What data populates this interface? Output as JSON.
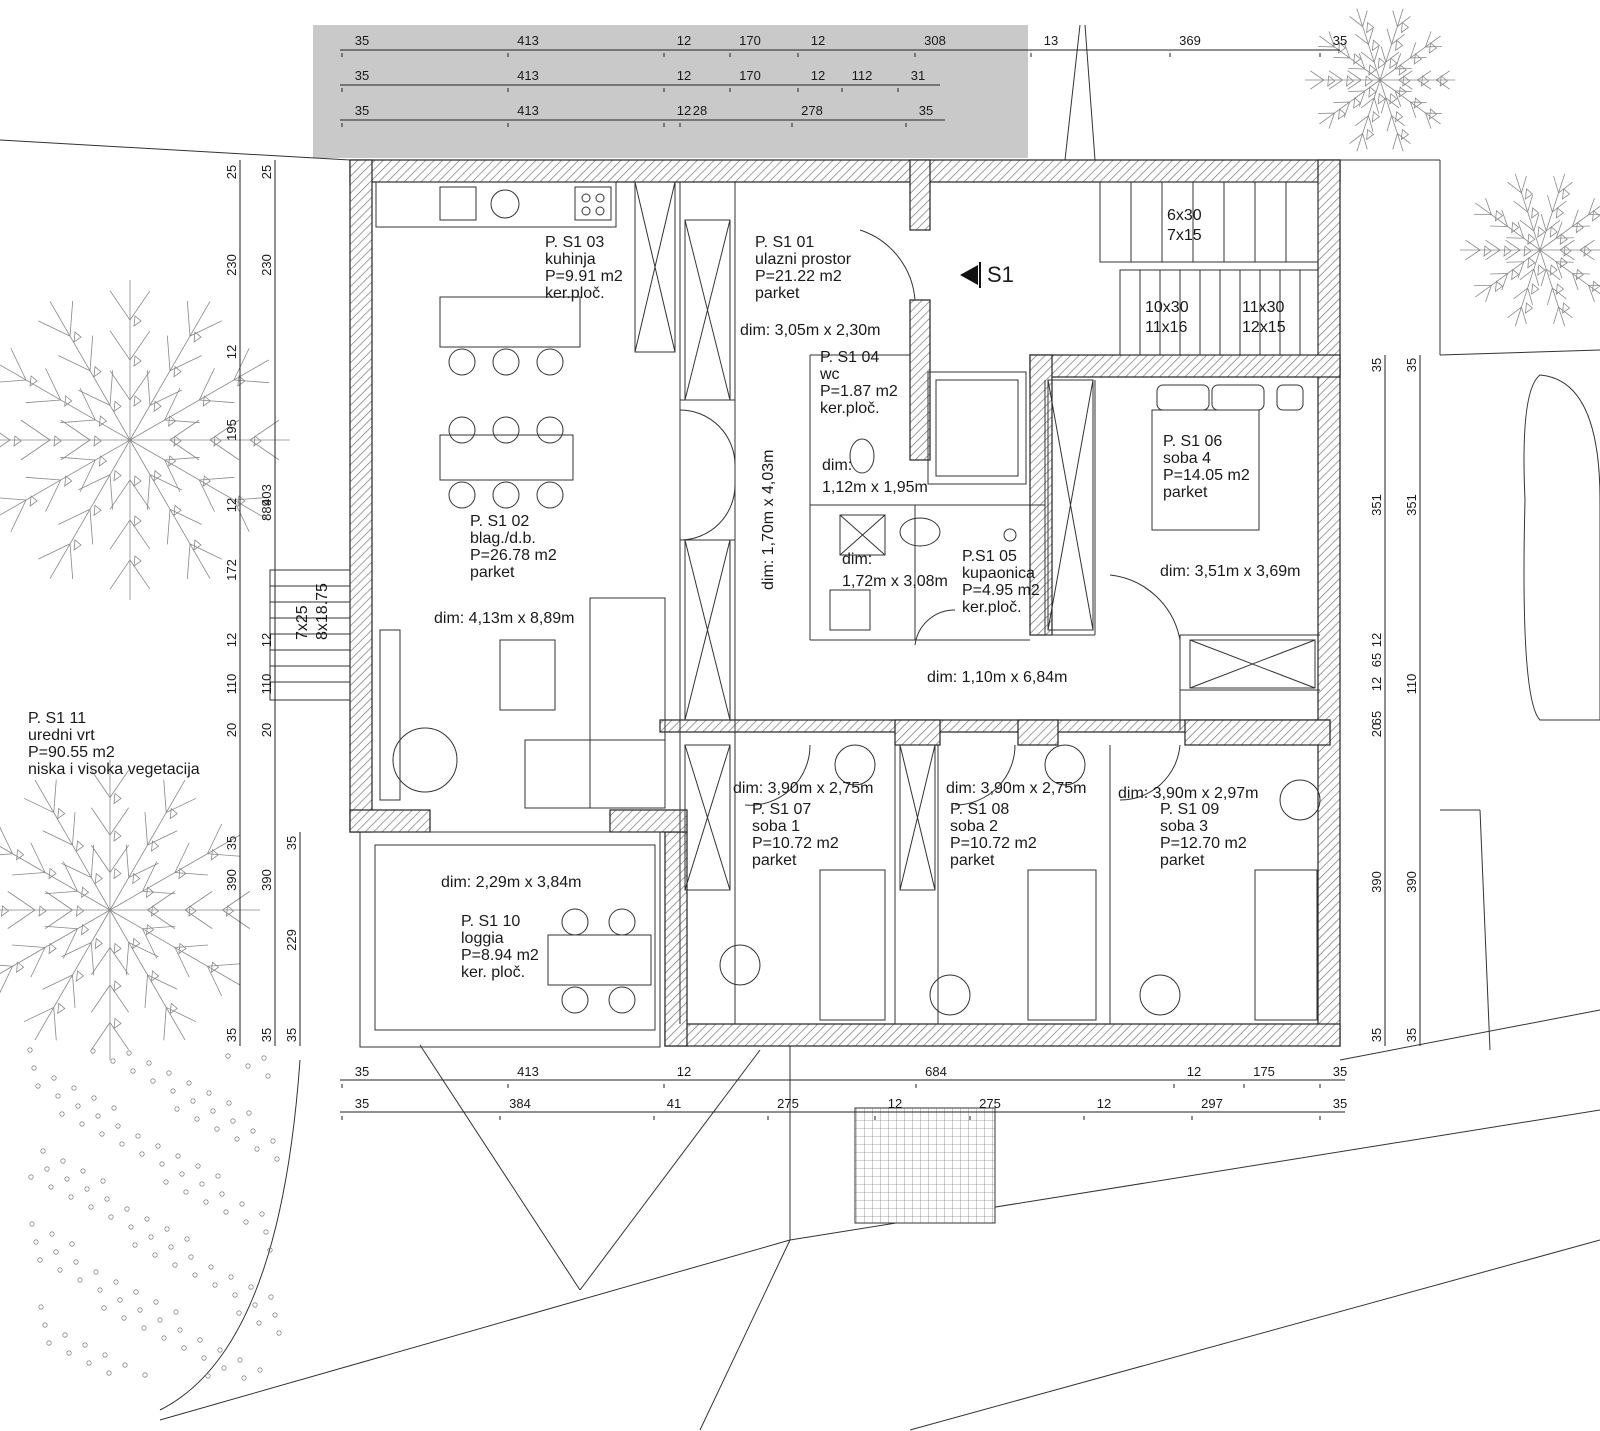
{
  "colors": {
    "wall_hatch": "#888888",
    "gray_band": "#c9c9c9",
    "line": "#222222",
    "vegetation": "#8a8a8a"
  },
  "section_marker": "S1",
  "rooms": [
    {
      "id": "r01",
      "lines": [
        "P. S1 01",
        "ulazni prostor",
        "P=21.22 m2",
        "parket"
      ]
    },
    {
      "id": "r02",
      "lines": [
        "P. S1 02",
        "blag./d.b.",
        "P=26.78 m2",
        "parket"
      ]
    },
    {
      "id": "r03",
      "lines": [
        "P. S1 03",
        "kuhinja",
        "P=9.91 m2",
        "ker.ploč."
      ]
    },
    {
      "id": "r04",
      "lines": [
        "P. S1 04",
        "wc",
        "P=1.87 m2",
        "ker.ploč."
      ]
    },
    {
      "id": "r05",
      "lines": [
        "P.S1 05",
        "kupaonica",
        "P=4.95 m2",
        "ker.ploč."
      ]
    },
    {
      "id": "r06",
      "lines": [
        "P. S1 06",
        "soba 4",
        "P=14.05 m2",
        "parket"
      ]
    },
    {
      "id": "r07",
      "lines": [
        "P. S1 07",
        "soba 1",
        "P=10.72 m2",
        "parket"
      ]
    },
    {
      "id": "r08",
      "lines": [
        "P. S1 08",
        "soba 2",
        "P=10.72 m2",
        "parket"
      ]
    },
    {
      "id": "r09",
      "lines": [
        "P. S1 09",
        "soba 3",
        "P=12.70 m2",
        "parket"
      ]
    },
    {
      "id": "r10",
      "lines": [
        "P. S1 10",
        "loggia",
        "P=8.94 m2",
        "ker. ploč."
      ]
    },
    {
      "id": "r11",
      "lines": [
        "P. S1 11",
        "uredni vrt",
        "P=90.55 m2",
        "niska i visoka vegetacija"
      ]
    }
  ],
  "room_dims": [
    {
      "id": "d01",
      "text": "dim: 3,05m x 2,30m"
    },
    {
      "id": "d02",
      "text": "dim: 4,13m x 8,89m"
    },
    {
      "id": "d04a",
      "text": "dim:"
    },
    {
      "id": "d04b",
      "text": "1,12m x 1,95m"
    },
    {
      "id": "d05a",
      "text": "dim:"
    },
    {
      "id": "d05b",
      "text": "1,72m x 3,08m"
    },
    {
      "id": "d06",
      "text": "dim: 3,51m x 3,69m"
    },
    {
      "id": "dhall",
      "text": "dim: 1,10m x 6,84m"
    },
    {
      "id": "dcorr",
      "text": "dim: 1,70m x 4,03m"
    },
    {
      "id": "d07",
      "text": "dim: 3,90m x 2,75m"
    },
    {
      "id": "d08",
      "text": "dim: 3,90m x 2,75m"
    },
    {
      "id": "d09",
      "text": "dim: 3,90m x 2,97m"
    },
    {
      "id": "d10",
      "text": "dim: 2,29m x 3,84m"
    }
  ],
  "stairs": [
    {
      "id": "s1",
      "lines": [
        "6x30",
        "7x15"
      ]
    },
    {
      "id": "s2",
      "lines": [
        "10x30",
        "11x16"
      ]
    },
    {
      "id": "s3",
      "lines": [
        "11x30",
        "12x15"
      ]
    },
    {
      "id": "s4",
      "lines": [
        "7x25",
        "8x18.75"
      ]
    }
  ],
  "dims_top_row1": [
    "35",
    "413",
    "12",
    "170",
    "12",
    "308",
    "13",
    "369",
    "35"
  ],
  "dims_top_row2": [
    "35",
    "413",
    "12",
    "170",
    "12",
    "112",
    "31"
  ],
  "dims_top_row3": [
    "35",
    "413",
    "12",
    "28",
    "278",
    "35"
  ],
  "dims_bottom_row1": [
    "35",
    "413",
    "12",
    "684",
    "12",
    "175",
    "35"
  ],
  "dims_bottom_row2": [
    "35",
    "384",
    "41",
    "275",
    "12",
    "275",
    "12",
    "297",
    "35"
  ],
  "dims_left_outer": [
    "25",
    "230",
    "12",
    "195",
    "12",
    "172",
    "12",
    "110",
    "20",
    "35",
    "390",
    "35"
  ],
  "dims_left_inner": [
    "25",
    "230",
    "403",
    "889",
    "12",
    "110",
    "20",
    "390",
    "35"
  ],
  "dims_left_loggia": [
    "35",
    "229",
    "35"
  ],
  "dims_right_outer": [
    "35",
    "351",
    "12",
    "65",
    "12",
    "65",
    "20",
    "390",
    "35"
  ],
  "dims_right_inner": [
    "35",
    "351",
    "110",
    "390",
    "35"
  ]
}
